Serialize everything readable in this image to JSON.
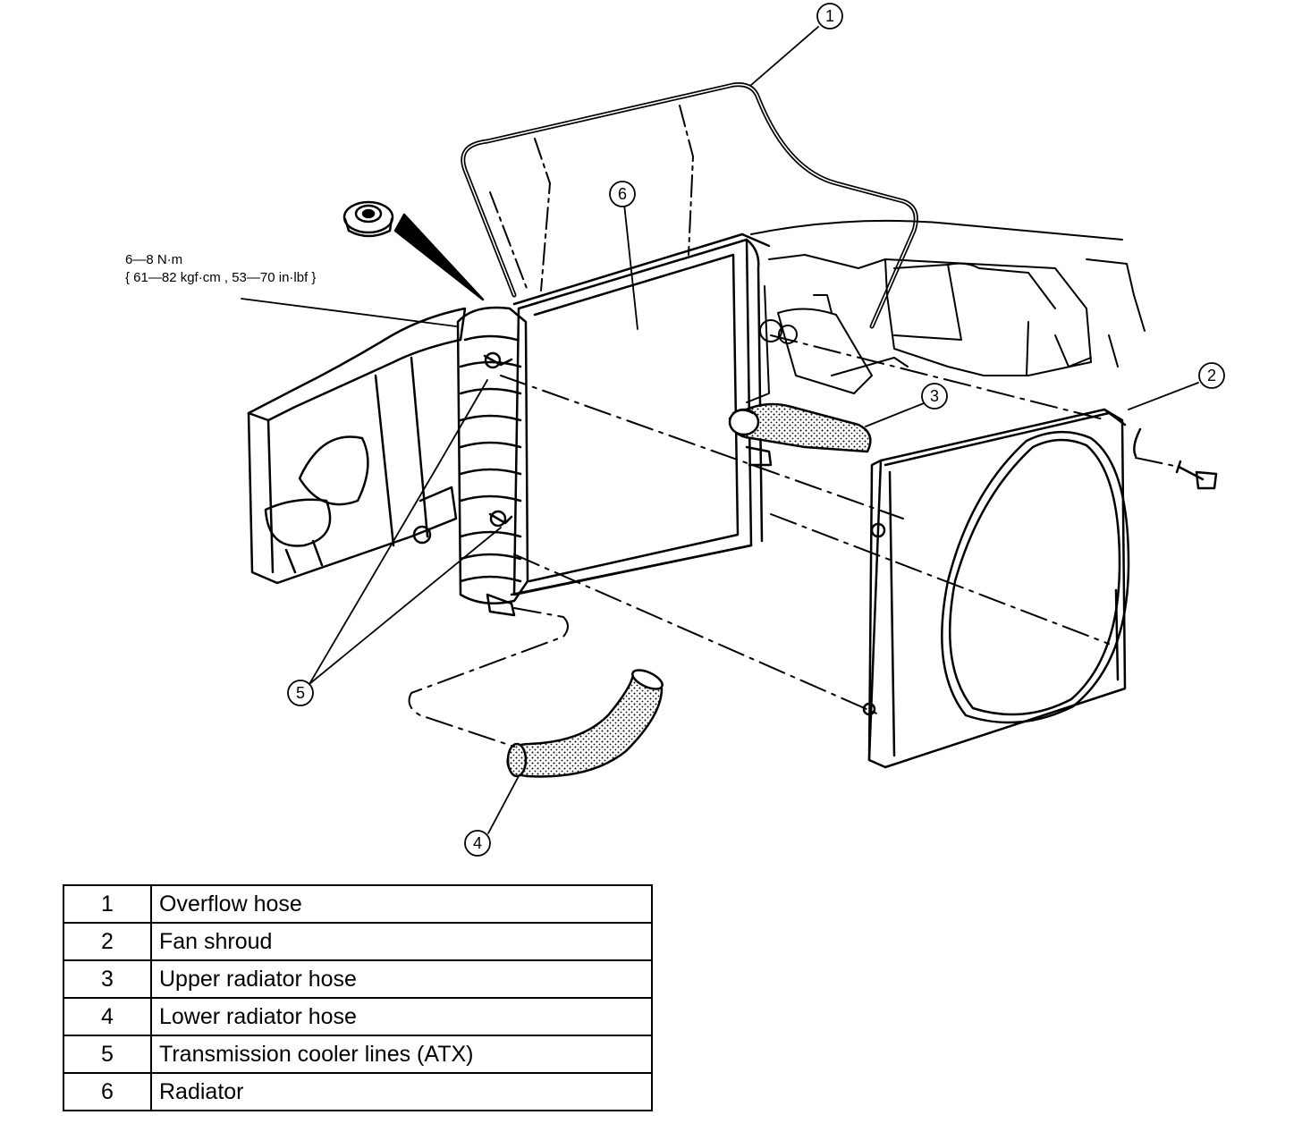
{
  "torque_spec": {
    "line1": "6—8 N·m",
    "line2": "{ 61—82 kgf·cm , 53—70 in·lbf }"
  },
  "callouts": [
    "1",
    "2",
    "3",
    "4",
    "5",
    "6"
  ],
  "legend": [
    {
      "num": "1",
      "label": "Overflow hose"
    },
    {
      "num": "2",
      "label": "Fan shroud"
    },
    {
      "num": "3",
      "label": "Upper radiator hose"
    },
    {
      "num": "4",
      "label": "Lower radiator hose"
    },
    {
      "num": "5",
      "label": "Transmission cooler lines (ATX)"
    },
    {
      "num": "6",
      "label": "Radiator"
    }
  ],
  "colors": {
    "ink": "#000000",
    "paper": "#ffffff",
    "hose_fill": "#bdbdbd"
  }
}
